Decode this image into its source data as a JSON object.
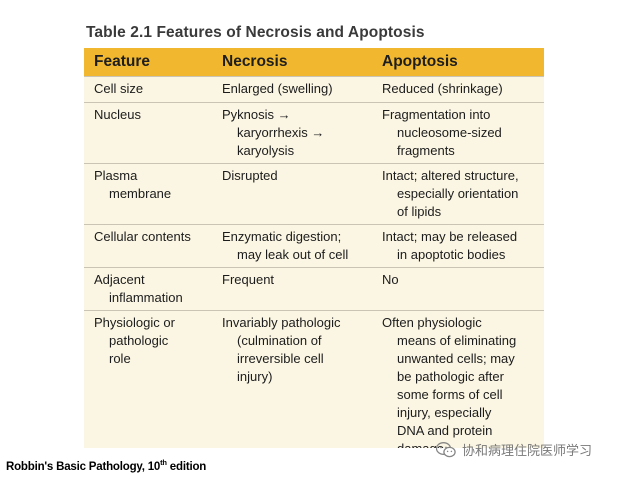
{
  "title": "Table 2.1  Features of Necrosis and Apoptosis",
  "table": {
    "headers": [
      "Feature",
      "Necrosis",
      "Apoptosis"
    ],
    "rows": [
      {
        "feature": "Cell size",
        "necrosis": "Enlarged (swelling)",
        "apoptosis": "Reduced (shrinkage)"
      },
      {
        "feature": "Nucleus",
        "necrosis": "Pyknosis →\nkaryorrhexis →\nkaryolysis",
        "apoptosis": "Fragmentation into\nnucleosome-sized\nfragments"
      },
      {
        "feature": "Plasma\nmembrane",
        "necrosis": "Disrupted",
        "apoptosis": "Intact; altered structure,\nespecially orientation\nof lipids"
      },
      {
        "feature": "Cellular contents",
        "necrosis": "Enzymatic digestion;\nmay leak out of cell",
        "apoptosis": "Intact; may be released\nin apoptotic bodies"
      },
      {
        "feature": "Adjacent\ninflammation",
        "necrosis": "Frequent",
        "apoptosis": "No"
      },
      {
        "feature": "Physiologic or\npathologic\nrole",
        "necrosis": "Invariably pathologic\n(culmination of\nirreversible cell\ninjury)",
        "apoptosis": "Often physiologic\nmeans of eliminating\nunwanted cells; may\nbe pathologic after\nsome forms of cell\ninjury, especially\nDNA and protein\ndamage"
      }
    ]
  },
  "caption": {
    "text": "Robbin's Basic Pathology, 10",
    "superscript": "th",
    "suffix": " edition"
  },
  "watermark": {
    "icon": "wechat-icon",
    "text": "协和病理住院医师学习"
  },
  "colors": {
    "header_bg": "#f1b82f",
    "table_bg": "#fbf6e3",
    "row_divider": "#c9c4b4"
  }
}
